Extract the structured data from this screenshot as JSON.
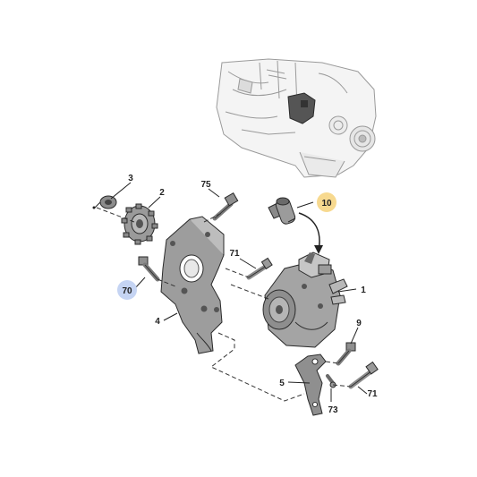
{
  "colors": {
    "background": "#ffffff",
    "part_dark": "#7d7d7d",
    "part_mid": "#a3a3a3",
    "part_light": "#cfcfcf",
    "engine_sketch": "#9a9a9a",
    "badge_yellow": "#f7d98f",
    "badge_blue": "#c5d4f3"
  },
  "callouts": {
    "c1": "1",
    "c2": "2",
    "c3": "3",
    "c4": "4",
    "c5": "5",
    "c9": "9",
    "c10": "10",
    "c70": "70",
    "c71a": "71",
    "c71b": "71",
    "c73": "73",
    "c75": "75"
  },
  "icons": {
    "engine": "engine-overview-illustration",
    "pump": "high-pressure-fuel-pump",
    "sprocket": "pump-drive-sprocket",
    "bracket": "pump-mounting-bracket",
    "sensor": "fuel-pressure-regulator",
    "support": "rear-support-bracket"
  }
}
